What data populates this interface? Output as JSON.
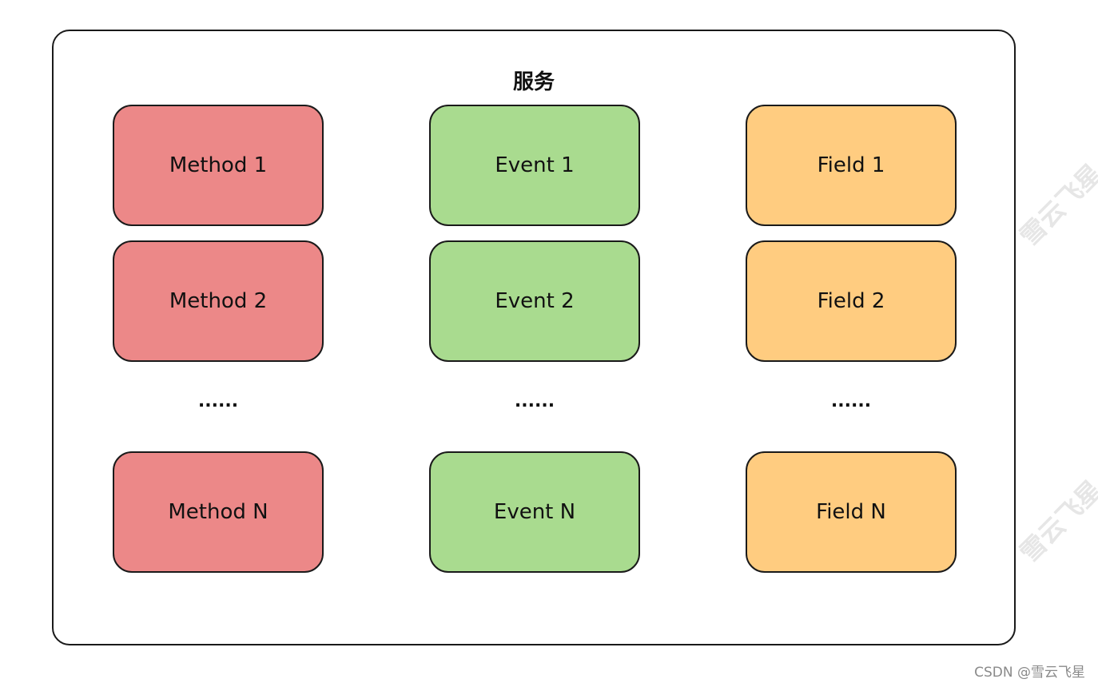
{
  "container": {
    "title": "服务"
  },
  "columns": [
    {
      "fill": "#ec8888",
      "items": [
        "Method 1",
        "Method 2",
        "Method N"
      ],
      "ellipsis": "......"
    },
    {
      "fill": "#a9db8f",
      "items": [
        "Event 1",
        "Event 2",
        "Event N"
      ],
      "ellipsis": "......"
    },
    {
      "fill": "#ffcc80",
      "items": [
        "Field 1",
        "Field 2",
        "Field N"
      ],
      "ellipsis": "......"
    }
  ],
  "watermark": {
    "text": "雪云飞星"
  },
  "credit": "CSDN @雪云飞星"
}
